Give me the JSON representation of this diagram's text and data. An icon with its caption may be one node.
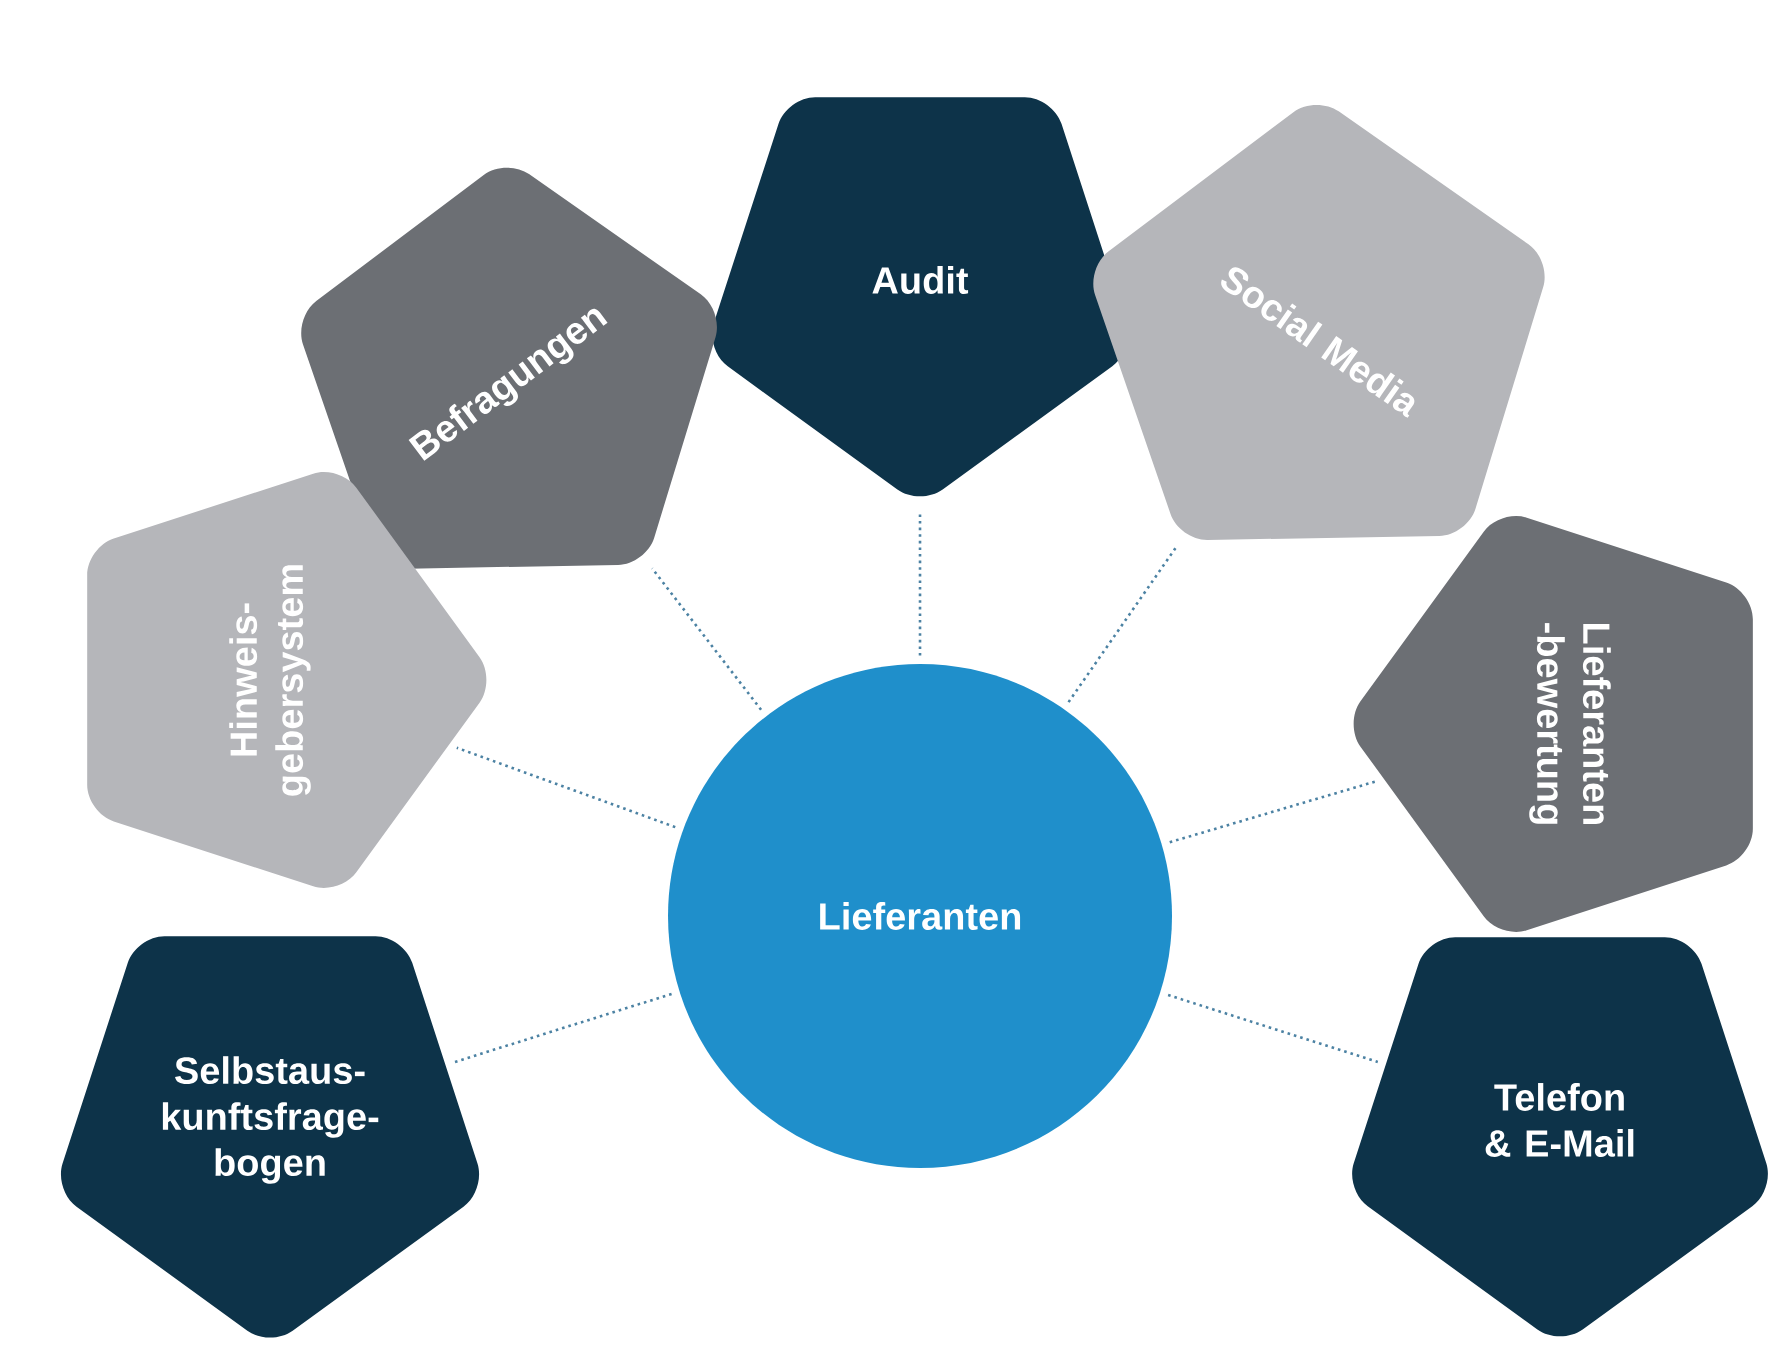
{
  "diagram": {
    "nodes": [
      {
        "text": [
          "Audit"
        ]
      },
      {
        "text": [
          "Befragungen"
        ]
      },
      {
        "text": [
          "Social Media"
        ]
      },
      {
        "text": [
          "Hinweis- gebersystem"
        ]
      },
      {
        "text": [
          "Lieferanten -bewertung"
        ]
      },
      {
        "text": [
          "Lieferanten"
        ]
      },
      {
        "text": [
          "Selbstaus- kunftsfrage- bogen"
        ]
      },
      {
        "text": [
          "Telefon & E-Mail"
        ]
      }
    ],
    "edges": [
      {
        "from": 5,
        "to": 0,
        "arrow": "none"
      },
      {
        "from": 5,
        "to": 1,
        "arrow": "none"
      },
      {
        "from": 5,
        "to": 2,
        "arrow": "none"
      },
      {
        "from": 5,
        "to": 3,
        "arrow": "none"
      },
      {
        "from": 5,
        "to": 4,
        "arrow": "none"
      },
      {
        "from": 5,
        "to": 6,
        "arrow": "none"
      },
      {
        "from": 5,
        "to": 7,
        "arrow": "none"
      }
    ]
  }
}
